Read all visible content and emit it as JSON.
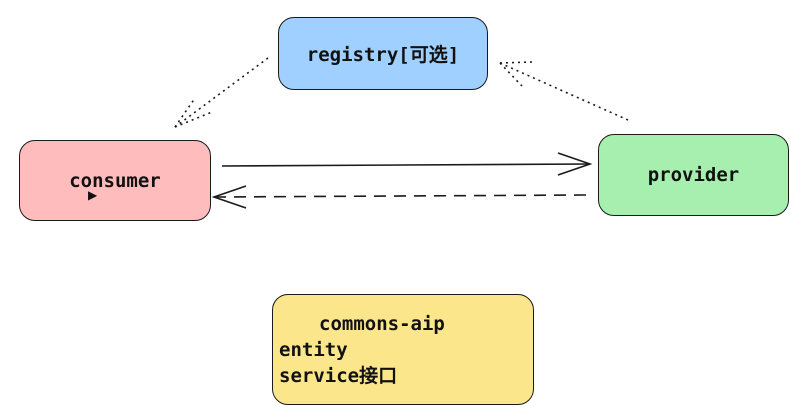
{
  "nodes": {
    "registry": "registry[可选]",
    "consumer": "consumer",
    "provider": "provider",
    "commons": {
      "title": "commons-aip",
      "line1": "entity",
      "line2": "service接口"
    }
  },
  "colors": {
    "registry": "#9fd0ff",
    "consumer": "#ffbcbc",
    "provider": "#a7efaf",
    "commons": "#fbe68b"
  }
}
